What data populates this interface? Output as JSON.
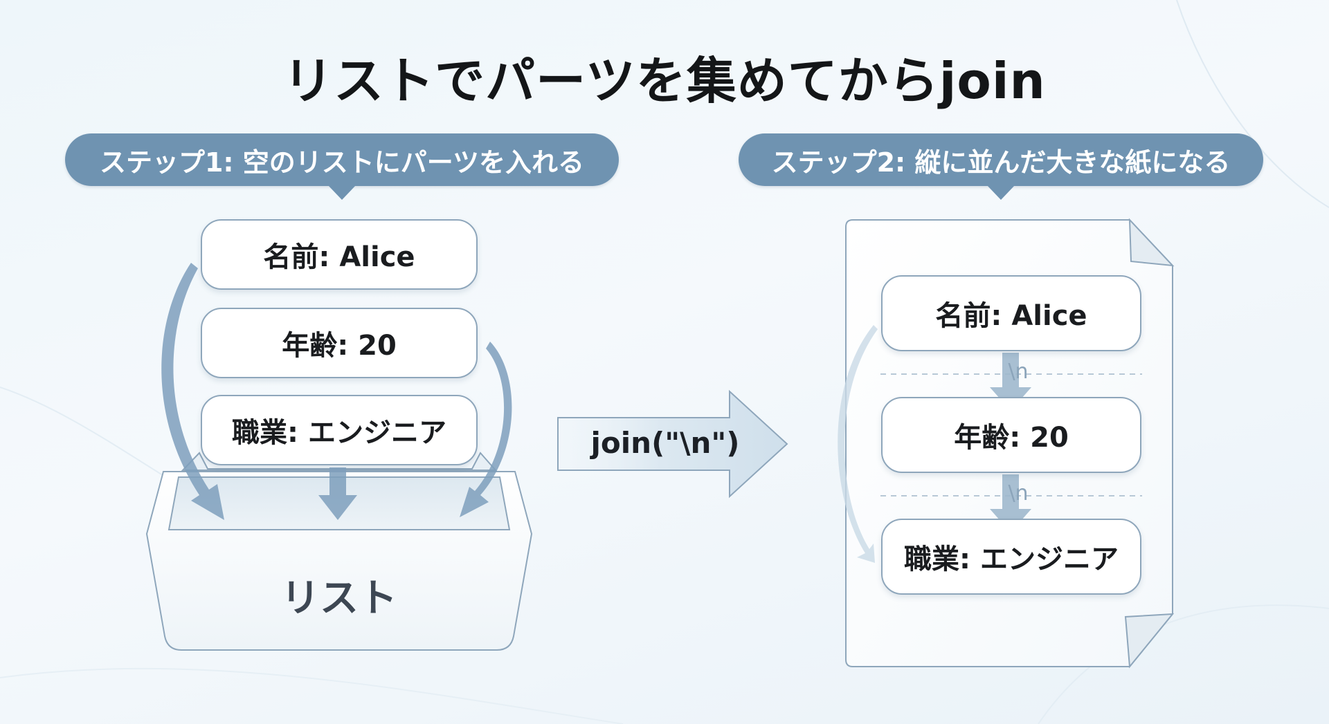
{
  "title": "リストでパーツを集めてからjoin",
  "step1": {
    "label": "ステップ1: 空のリストにパーツを入れる",
    "items": [
      "名前: Alice",
      "年齢: 20",
      "職業: エンジニア"
    ],
    "container_label": "リスト"
  },
  "join": {
    "label": "join(\"\\n\")"
  },
  "step2": {
    "label": "ステップ2: 縦に並んだ大きな紙になる",
    "items": [
      "名前: Alice",
      "年齢: 20",
      "職業: エンジニア"
    ],
    "separator": "\\n"
  },
  "colors": {
    "accent": "#6f93b1",
    "arrow": "#7e9fbc",
    "border": "#8ea6bb",
    "background": "#eef6fa"
  }
}
